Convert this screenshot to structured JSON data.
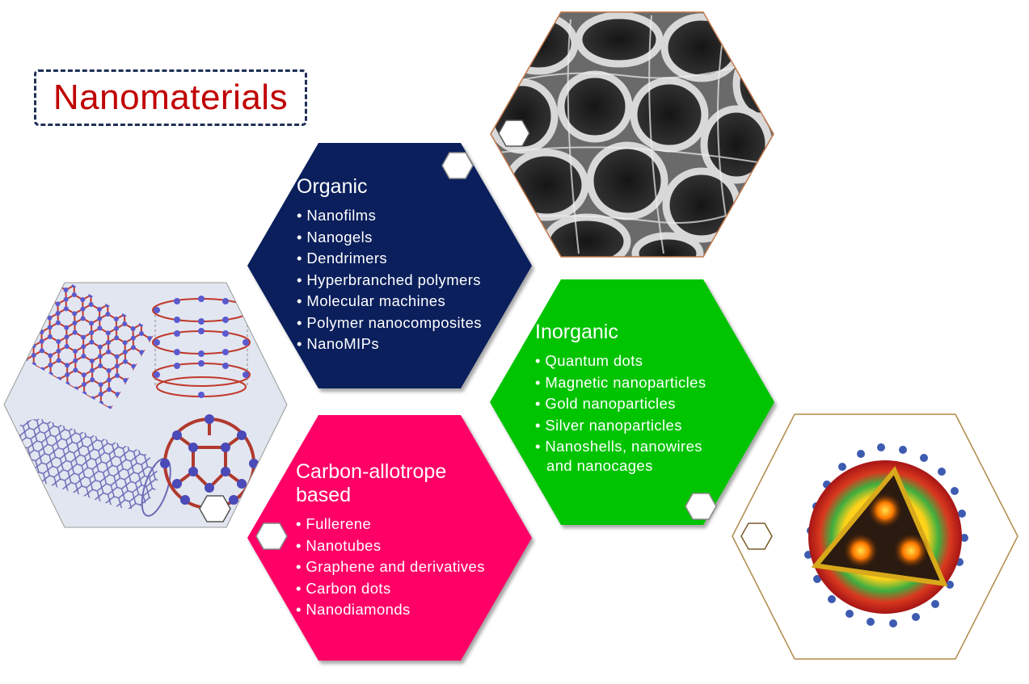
{
  "title": "Nanomaterials",
  "colors": {
    "title_text": "#c00000",
    "title_border": "#1f2f57",
    "organic": "#0a1f5c",
    "inorganic": "#00c400",
    "carbon": "#ff0066"
  },
  "categories": [
    {
      "id": "organic",
      "title": "Organic",
      "items": [
        "Nanofilms",
        "Nanogels",
        "Dendrimers",
        "Hyperbranched polymers",
        "Molecular machines",
        "Polymer nanocomposites",
        "NanoMIPs"
      ]
    },
    {
      "id": "inorganic",
      "title": "Inorganic",
      "items": [
        "Quantum dots",
        "Magnetic nanoparticles",
        "Gold nanoparticles",
        "Silver nanoparticles",
        "Nanoshells, nanowires",
        "and nanocages"
      ]
    },
    {
      "id": "carbon",
      "title_line1": "Carbon-allotrope",
      "title_line2": "based",
      "items": [
        "Fullerene",
        "Nanotubes",
        "Graphene and derivatives",
        "Carbon dots",
        "Nanodiamonds"
      ]
    }
  ],
  "images": [
    {
      "id": "porous-network",
      "icon": "porous-foam-micrograph-icon"
    },
    {
      "id": "carbon-allotropes",
      "icon": "carbon-allotropes-icon"
    },
    {
      "id": "nanoparticle",
      "icon": "core-shell-nanoparticle-icon"
    }
  ]
}
